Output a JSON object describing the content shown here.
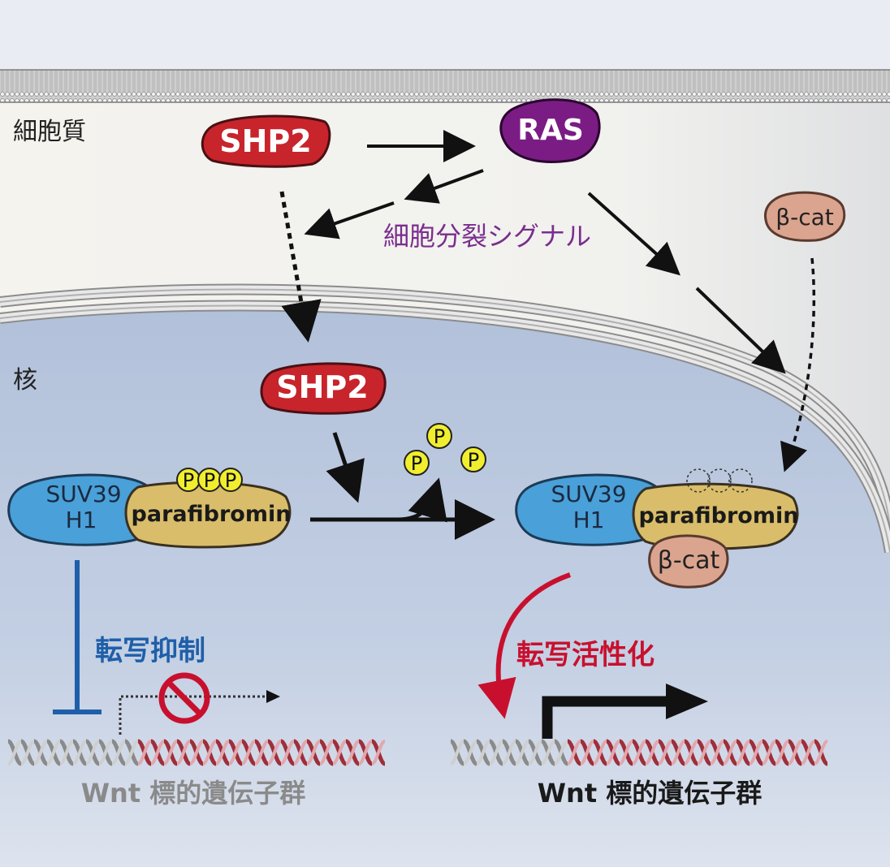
{
  "labels": {
    "cytoplasm": "細胞質",
    "nucleus": "核",
    "division_signal": "細胞分裂シグナル",
    "repression": "転写抑制",
    "activation": "転写活性化",
    "gene_left": "Wnt 標的遺伝子群",
    "gene_right": "Wnt 標的遺伝子群"
  },
  "proteins": {
    "shp2_cyto": "SHP2",
    "shp2_nuc": "SHP2",
    "ras": "RAS",
    "bcat_cyto": "β-cat",
    "bcat_nuc": "β-cat",
    "suv_left_1": "SUV39",
    "suv_left_2": "H1",
    "suv_right_1": "SUV39",
    "suv_right_2": "H1",
    "para_left": "parafibromin",
    "para_right": "parafibromin",
    "phospho": "P"
  },
  "colors": {
    "shp2": "#c8242c",
    "ras": "#7b1c84",
    "bcat": "#dba48f",
    "suv": "#4aa0d8",
    "parafibromin": "#d9bd6a",
    "phospho": "#f1ee2e",
    "repression": "#1f5fa9",
    "activation": "#c8102e",
    "signal_text": "#7b2d8e"
  }
}
